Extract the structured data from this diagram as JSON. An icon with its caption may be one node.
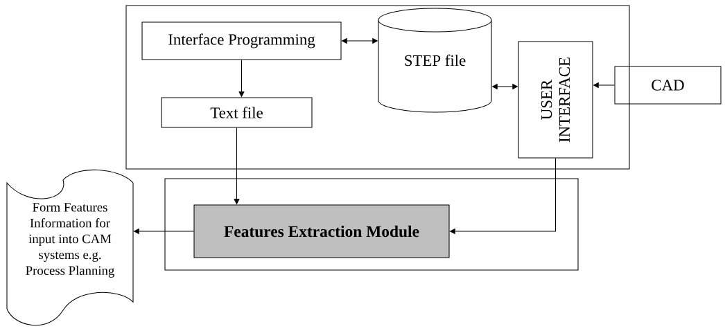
{
  "diagram": {
    "nodes": [
      {
        "text": [],
        "shape": "box"
      },
      {
        "text": [
          "Interface Programming"
        ],
        "in": 0
      },
      {
        "text": [
          "STEP file"
        ],
        "in": 0
      },
      {
        "text": [
          "USER INTERFACE"
        ],
        "in": 0
      },
      {
        "text": [
          "Text file"
        ],
        "in": 0
      },
      {
        "text": [
          "CAD"
        ]
      },
      {
        "text": [],
        "shape": "box"
      },
      {
        "text": [
          "Features Extraction Module"
        ],
        "in": 6
      },
      {
        "text": [
          "Form Features Information for input into CAM systems e.g. Process Planning"
        ]
      }
    ],
    "edges": [
      {
        "from": 1,
        "to": 2,
        "arrow": "both"
      },
      {
        "from": 1,
        "to": 4,
        "arrow": "to"
      },
      {
        "from": 2,
        "to": 3,
        "arrow": "both"
      },
      {
        "from": 5,
        "to": 3,
        "arrow": "to"
      },
      {
        "from": 4,
        "to": 7,
        "arrow": "to"
      },
      {
        "from": 3,
        "to": 7,
        "arrow": "to"
      },
      {
        "from": 7,
        "to": 8,
        "arrow": "to"
      }
    ]
  }
}
